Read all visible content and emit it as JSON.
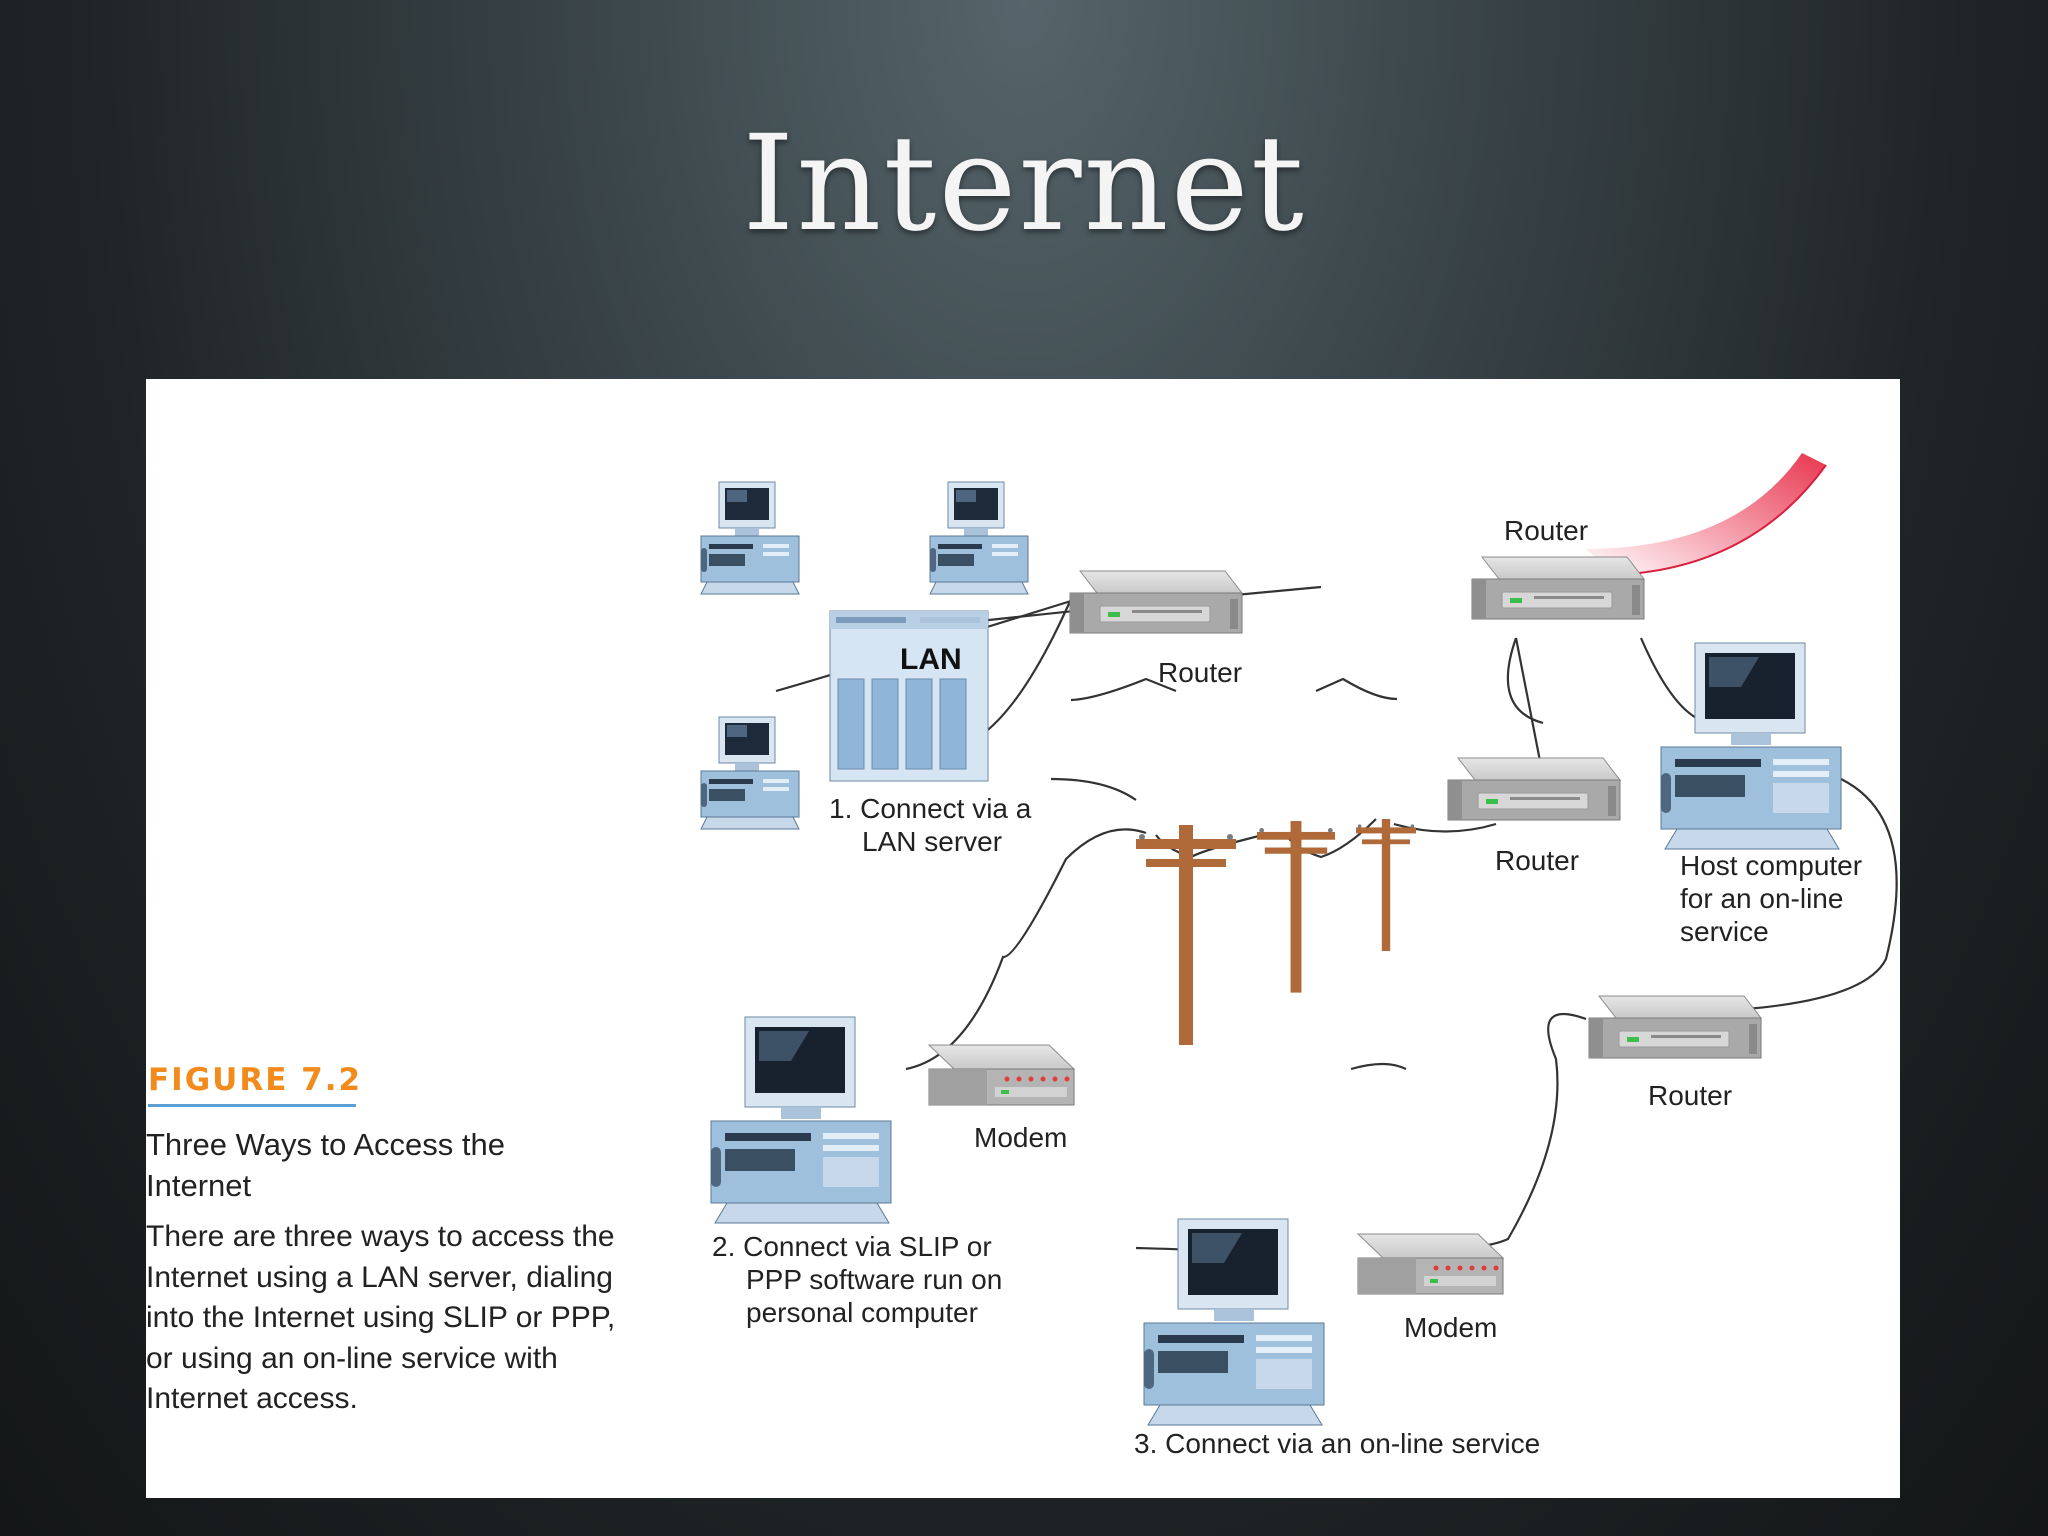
{
  "slide": {
    "title": "Internet"
  },
  "figure": {
    "label": "FIGURE 7.2",
    "heading": "Three Ways to Access the Internet",
    "caption": "There are three ways to access the Internet using a LAN server, dialing into the Internet using SLIP or PPP, or using an on-line service with Internet access."
  },
  "diagram": {
    "lan_label": "LAN",
    "internet_label": "Internet",
    "router_top": "Router",
    "router_1": "Router",
    "router_2": "Router",
    "router_3": "Router",
    "modem_1": "Modem",
    "modem_2": "Modem",
    "host_1": "Host computer",
    "host_2": "for an on-line",
    "host_3": "service",
    "method1_line1": "1. Connect via a",
    "method1_line2": "LAN server",
    "method2_line1": "2. Connect via SLIP or",
    "method2_line2": "PPP software run on",
    "method2_line3": "personal computer",
    "method3": "3. Connect via an on-line service"
  },
  "colors": {
    "figure_label": "#f28a1c",
    "internet_arc": "#e8364e",
    "device_blue": "#8fb6d9",
    "router_gray": "#b9b9b9",
    "pole_brown": "#b06a3a"
  }
}
